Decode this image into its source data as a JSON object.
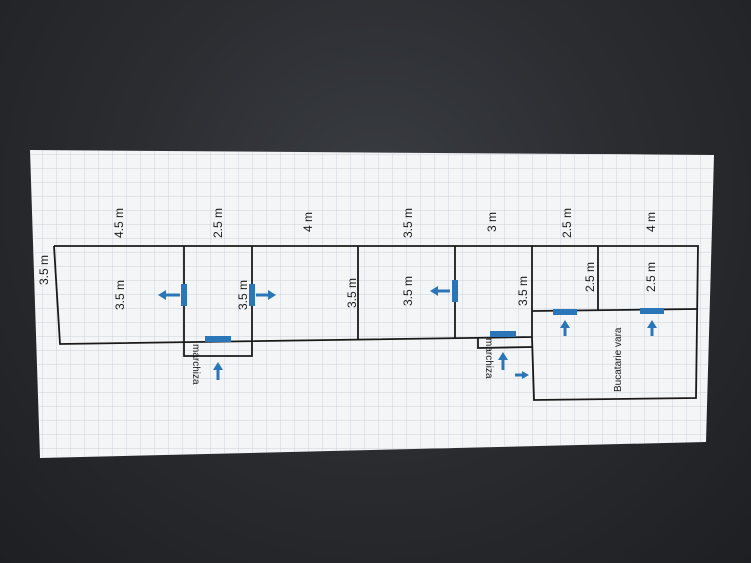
{
  "plan": {
    "outer_labels": {
      "left_edge": "3.5 m",
      "bottom_row": [
        "4.5 m",
        "2.5 m",
        "4 m",
        "3.5 m",
        "3 m",
        "2.5 m",
        "4 m"
      ]
    },
    "room_labels": [
      {
        "text": "3.5 m"
      },
      {
        "text": "3.5 m"
      },
      {
        "text": "3.5 m"
      },
      {
        "text": "3.5 m"
      },
      {
        "text": "3.5 m"
      },
      {
        "text": "2.5 m"
      },
      {
        "text": "2.5 m"
      }
    ],
    "marchiza_labels": [
      "marchiza",
      "marchiza"
    ],
    "kitchen_label": "Bucatarie vara",
    "colors": {
      "door": "#2a76b8",
      "wall": "#1a1a1a",
      "grid": "#c9ced6",
      "paper": "#f4f5f7"
    },
    "icons": [
      "door-marker-icon",
      "arrow-icon"
    ]
  }
}
